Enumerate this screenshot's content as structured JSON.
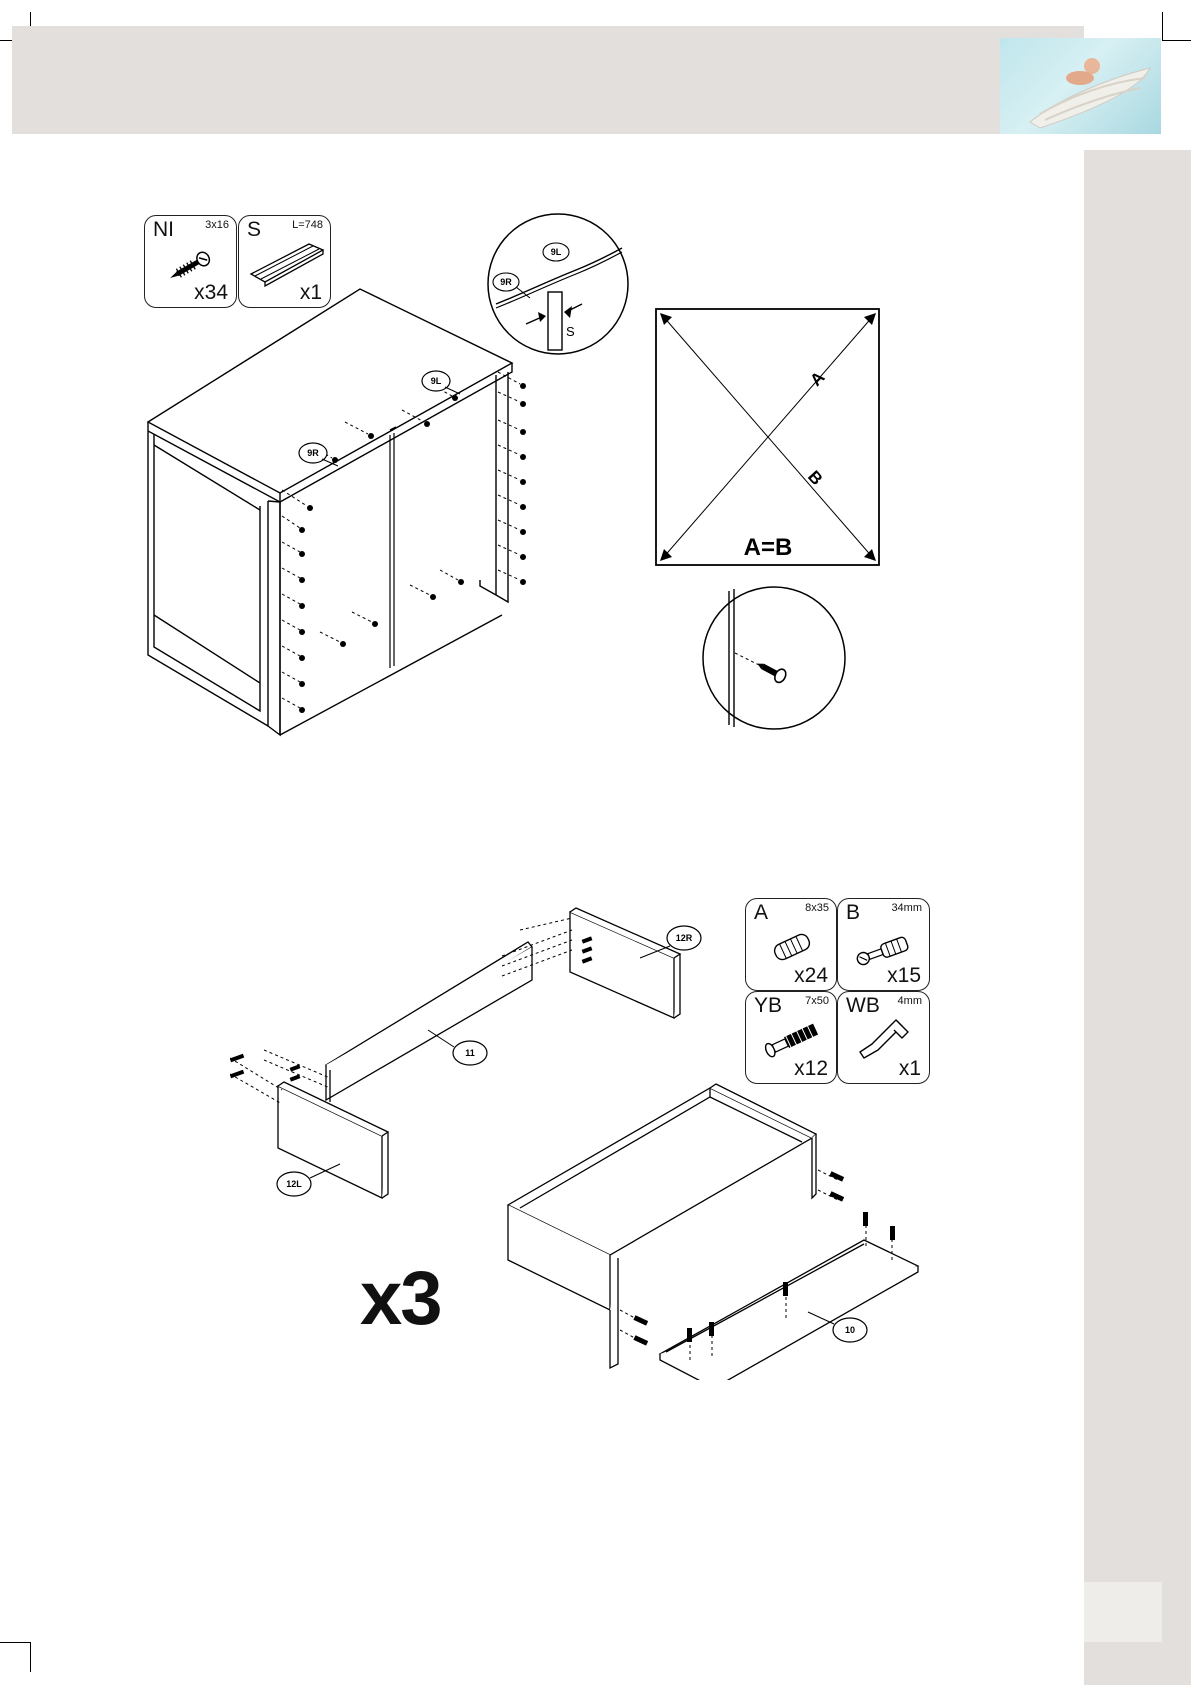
{
  "page_number": "",
  "step1": {
    "parts": [
      {
        "code": "NI",
        "size": "3x16",
        "qty": "x34",
        "icon": "screw-icon"
      },
      {
        "code": "S",
        "size": "L=748",
        "qty": "x1",
        "icon": "rail-icon"
      }
    ],
    "callouts": {
      "left_runner": "9R",
      "right_runner": "9L"
    },
    "detail_labels": {
      "left": "9R",
      "right": "9L",
      "rail": "S"
    },
    "diagonal": {
      "a": "A",
      "b": "B",
      "rule": "A=B"
    }
  },
  "step2": {
    "parts": [
      {
        "code": "A",
        "size": "8x35",
        "qty": "x24",
        "icon": "dowel-icon"
      },
      {
        "code": "B",
        "size": "34mm",
        "qty": "x15",
        "icon": "cam-bolt-icon"
      },
      {
        "code": "YB",
        "size": "7x50",
        "qty": "x12",
        "icon": "long-screw-icon"
      },
      {
        "code": "WB",
        "size": "4mm",
        "qty": "x1",
        "icon": "allen-key-icon"
      }
    ],
    "callouts": {
      "right_side": "12R",
      "back": "11",
      "left_side": "12L",
      "bottom": "10"
    },
    "multiplier": "x3"
  }
}
